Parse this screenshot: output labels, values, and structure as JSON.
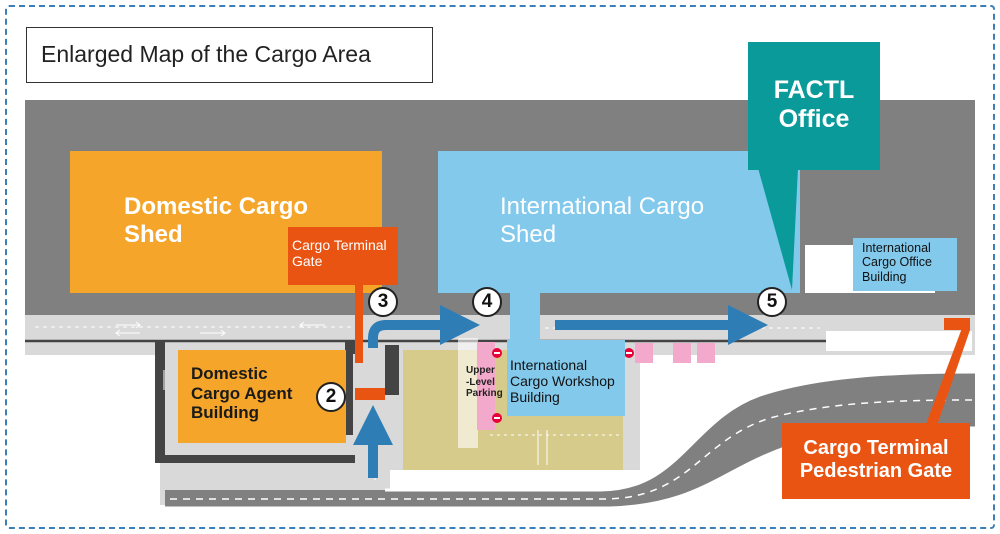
{
  "map": {
    "title": "Enlarged Map of the Cargo Area",
    "facilities": {
      "domestic_cargo_shed": [
        "Domestic Cargo",
        "Shed"
      ],
      "international_cargo_shed": [
        "International Cargo",
        "Shed"
      ],
      "domestic_cargo_agent_building": [
        "Domestic",
        "Cargo Agent",
        "Building"
      ],
      "international_cargo_workshop_building": [
        "International",
        "Cargo Workshop",
        "Building"
      ],
      "international_cargo_office_building": [
        "International",
        "Cargo Office",
        "Building"
      ],
      "factl_office": [
        "FACTL",
        "Office"
      ],
      "upper_level_parking": [
        "Upper",
        "-Level",
        "Parking"
      ]
    },
    "gates": {
      "cargo_terminal_gate": [
        "Cargo Terminal",
        "Gate"
      ],
      "cargo_terminal_pedestrian_gate": [
        "Cargo Terminal",
        "Pedestrian Gate"
      ]
    },
    "markers": [
      "2",
      "3",
      "4",
      "5"
    ],
    "colors": {
      "apron": "#808080",
      "road": "#d9d9d9",
      "domestic": "#f4a52a",
      "international": "#82c9ec",
      "factl": "#0a9a9a",
      "gate": "#ea5413",
      "route_arrow": "#2e7db5",
      "parking_lot": "#d6cb8a",
      "no_entry": "#e6003a",
      "pink": "#f3a9cb",
      "frame": "#3b7fb6"
    }
  }
}
